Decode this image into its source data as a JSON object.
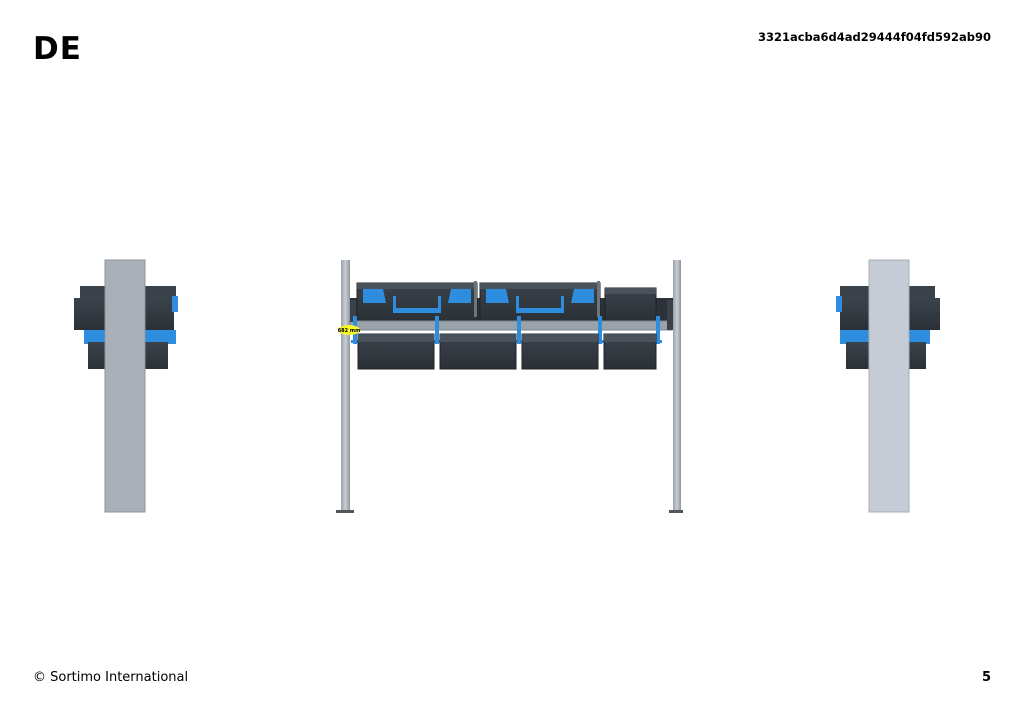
{
  "header": {
    "language": "DE",
    "document_id": "3321acba6d4ad29444f04fd592ab90"
  },
  "drawing": {
    "dimension_label": "682 mm"
  },
  "footer": {
    "copyright": "© Sortimo International",
    "page_number": "5"
  }
}
